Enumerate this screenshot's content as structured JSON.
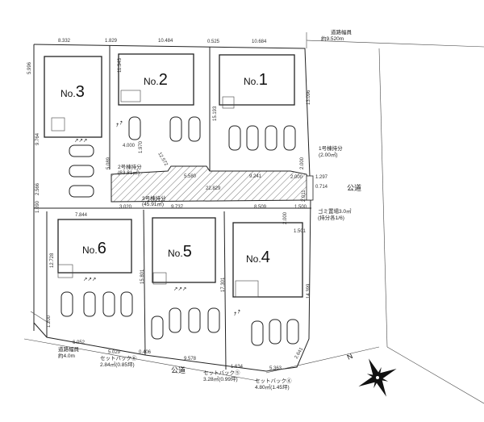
{
  "road_top": {
    "label": "道路幅員",
    "width": "約9.520m"
  },
  "road_east": {
    "label": "公道"
  },
  "road_south": {
    "label": "公道",
    "width_label": "道路幅員",
    "width_value": "約4.0m"
  },
  "lots": [
    {
      "id": "lot-1",
      "prefix": "No.",
      "number": "1"
    },
    {
      "id": "lot-2",
      "prefix": "No.",
      "number": "2"
    },
    {
      "id": "lot-3",
      "prefix": "No.",
      "number": "3"
    },
    {
      "id": "lot-4",
      "prefix": "No.",
      "number": "4"
    },
    {
      "id": "lot-5",
      "prefix": "No.",
      "number": "5"
    },
    {
      "id": "lot-6",
      "prefix": "No.",
      "number": "6"
    }
  ],
  "annotations": {
    "share_1": {
      "line1": "1号棟持分",
      "line2": "(2.00㎡)"
    },
    "share_2": {
      "line1": "2号棟持分",
      "line2": "(63.81㎡)"
    },
    "share_3": {
      "line1": "3号棟持分",
      "line2": "(45.91㎡)"
    },
    "garbage": {
      "line1": "ゴミ置場3.0㎡",
      "line2": "(持分各1/6)"
    },
    "setback_6": {
      "line1": "セットバック⑥",
      "line2": "2.84㎡(0.85坪)"
    },
    "setback_5": {
      "line1": "セットバック⑤",
      "line2": "3.28㎡(0.99坪)"
    },
    "setback_4": {
      "line1": "セットバック④",
      "line2": "4.80㎡(1.45坪)"
    }
  },
  "dimensions": {
    "top": [
      "8.332",
      "1.829",
      "10.484",
      "0.525",
      "10.684"
    ],
    "left": [
      "5.996",
      "9.764",
      "2.566",
      "1.090"
    ],
    "lot3_right": "11.343",
    "lot1_left": "15.193",
    "right_upper": "13.096",
    "path": [
      "4.000",
      "1.970",
      "12.572",
      "5.089",
      "5.580",
      "9.241",
      "22.829",
      "3.020",
      "9.737",
      "8.509",
      "2.000",
      "2.000",
      "1.297",
      "0.714",
      "2.011",
      "1.500",
      "2.000",
      "1.501"
    ],
    "mid": [
      "7.844",
      "12.728",
      "15.801",
      "17.301",
      "14.399"
    ],
    "bottom": [
      "1.200",
      "6.052",
      "5.029",
      "0.406",
      "9.578",
      "1.634",
      "5.363",
      "2.641"
    ]
  },
  "compass": {
    "label": "N"
  }
}
